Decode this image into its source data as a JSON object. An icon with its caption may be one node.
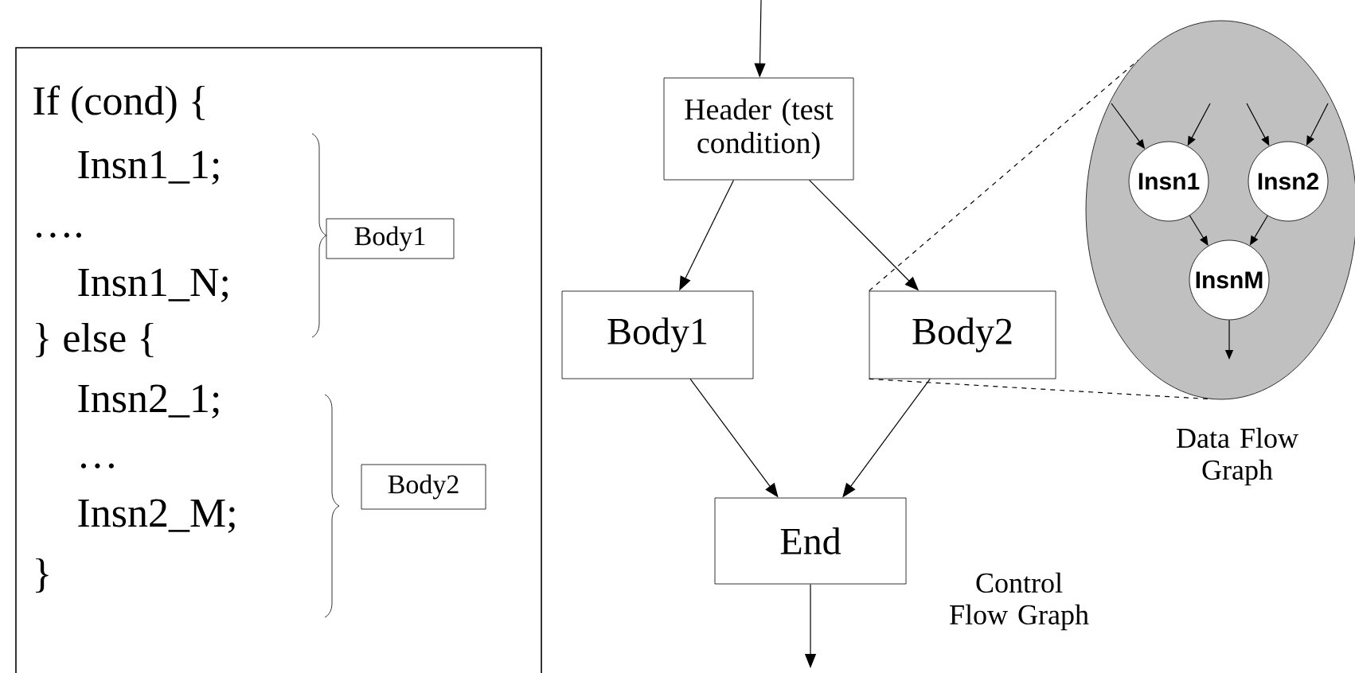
{
  "diagram": {
    "nodes": [
      {
        "text": [
          "If (cond) {",
          "Insn1_1;",
          "….",
          "Insn1_N;",
          "} else {",
          "Insn2_1;",
          "…",
          "Insn2_M;",
          "}"
        ]
      },
      {
        "text": [
          "Body1"
        ],
        "in": 0
      },
      {
        "text": [
          "Body2"
        ],
        "in": 0
      },
      {
        "text": [
          "Header (test condition)"
        ]
      },
      {
        "text": [
          "Body1"
        ]
      },
      {
        "text": [
          "Body2"
        ]
      },
      {
        "text": [
          "End"
        ]
      },
      {
        "text": [],
        "shape": "ellipse",
        "beside": [
          "Data Flow Graph"
        ]
      },
      {
        "text": [
          "Insn1"
        ],
        "in": 7
      },
      {
        "text": [
          "Insn2"
        ],
        "in": 7
      },
      {
        "text": [
          "InsnM"
        ],
        "in": 7
      }
    ],
    "edges": [
      {
        "from": null,
        "to": 3,
        "arrow": "to"
      },
      {
        "from": 3,
        "to": 4,
        "arrow": "to"
      },
      {
        "from": 3,
        "to": 5,
        "arrow": "to"
      },
      {
        "from": 4,
        "to": 6,
        "arrow": "to"
      },
      {
        "from": 5,
        "to": 6,
        "arrow": "to"
      },
      {
        "from": 6,
        "to": null,
        "arrow": "to"
      },
      {
        "from": 5,
        "to": 7,
        "arrow": "none",
        "style": "dashed"
      },
      {
        "from": 5,
        "to": 7,
        "arrow": "none",
        "style": "dashed"
      },
      {
        "from": null,
        "to": 8,
        "arrow": "to"
      },
      {
        "from": null,
        "to": 8,
        "arrow": "to"
      },
      {
        "from": null,
        "to": 9,
        "arrow": "to"
      },
      {
        "from": null,
        "to": 9,
        "arrow": "to"
      },
      {
        "from": 8,
        "to": 10,
        "arrow": "to"
      },
      {
        "from": 9,
        "to": 10,
        "arrow": "to"
      },
      {
        "from": 10,
        "to": null,
        "arrow": "to"
      }
    ],
    "labels": [
      "Control Flow Graph"
    ]
  }
}
